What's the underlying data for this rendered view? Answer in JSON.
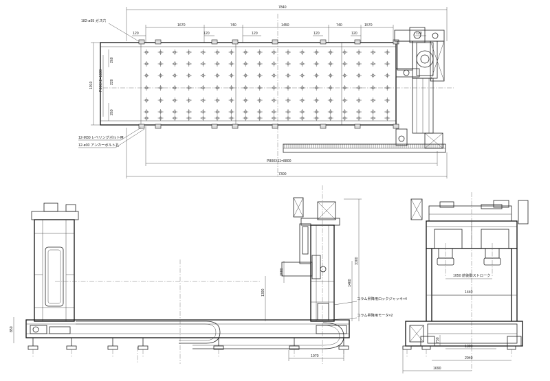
{
  "plan": {
    "overall_top": "7840",
    "overall_bottom": "7300",
    "pitch": "P800X11=8800",
    "width_left": "1910",
    "width_inner": "P800X2=1600",
    "seg_1670a": "1670",
    "seg_740a": "740",
    "seg_1450": "1450",
    "seg_740b": "740",
    "seg_1570": "1570",
    "gap_120": "120",
    "row_260": "260",
    "row_220": "220",
    "note_holes": "182-ø35 ガス穴",
    "note_leveling": "12-M30 レベリングボルト用",
    "note_anchor": "12-ø30 アンカーボルト孔"
  },
  "front": {
    "h_850": "850",
    "h_1390": "1390",
    "h_2080": "2080",
    "h_1460": "1460",
    "h_3300": "3300",
    "w_1070": "1070",
    "note_jack": "コラム昇降用ロックジャッキ×4",
    "note_motor": "コラム昇降用モータ×2"
  },
  "side": {
    "stroke": "1050 前後動ストローク",
    "w_1440": "1440",
    "w_1300": "1300",
    "w_2040": "2040",
    "w_1690": "1690",
    "h_730": "730"
  }
}
